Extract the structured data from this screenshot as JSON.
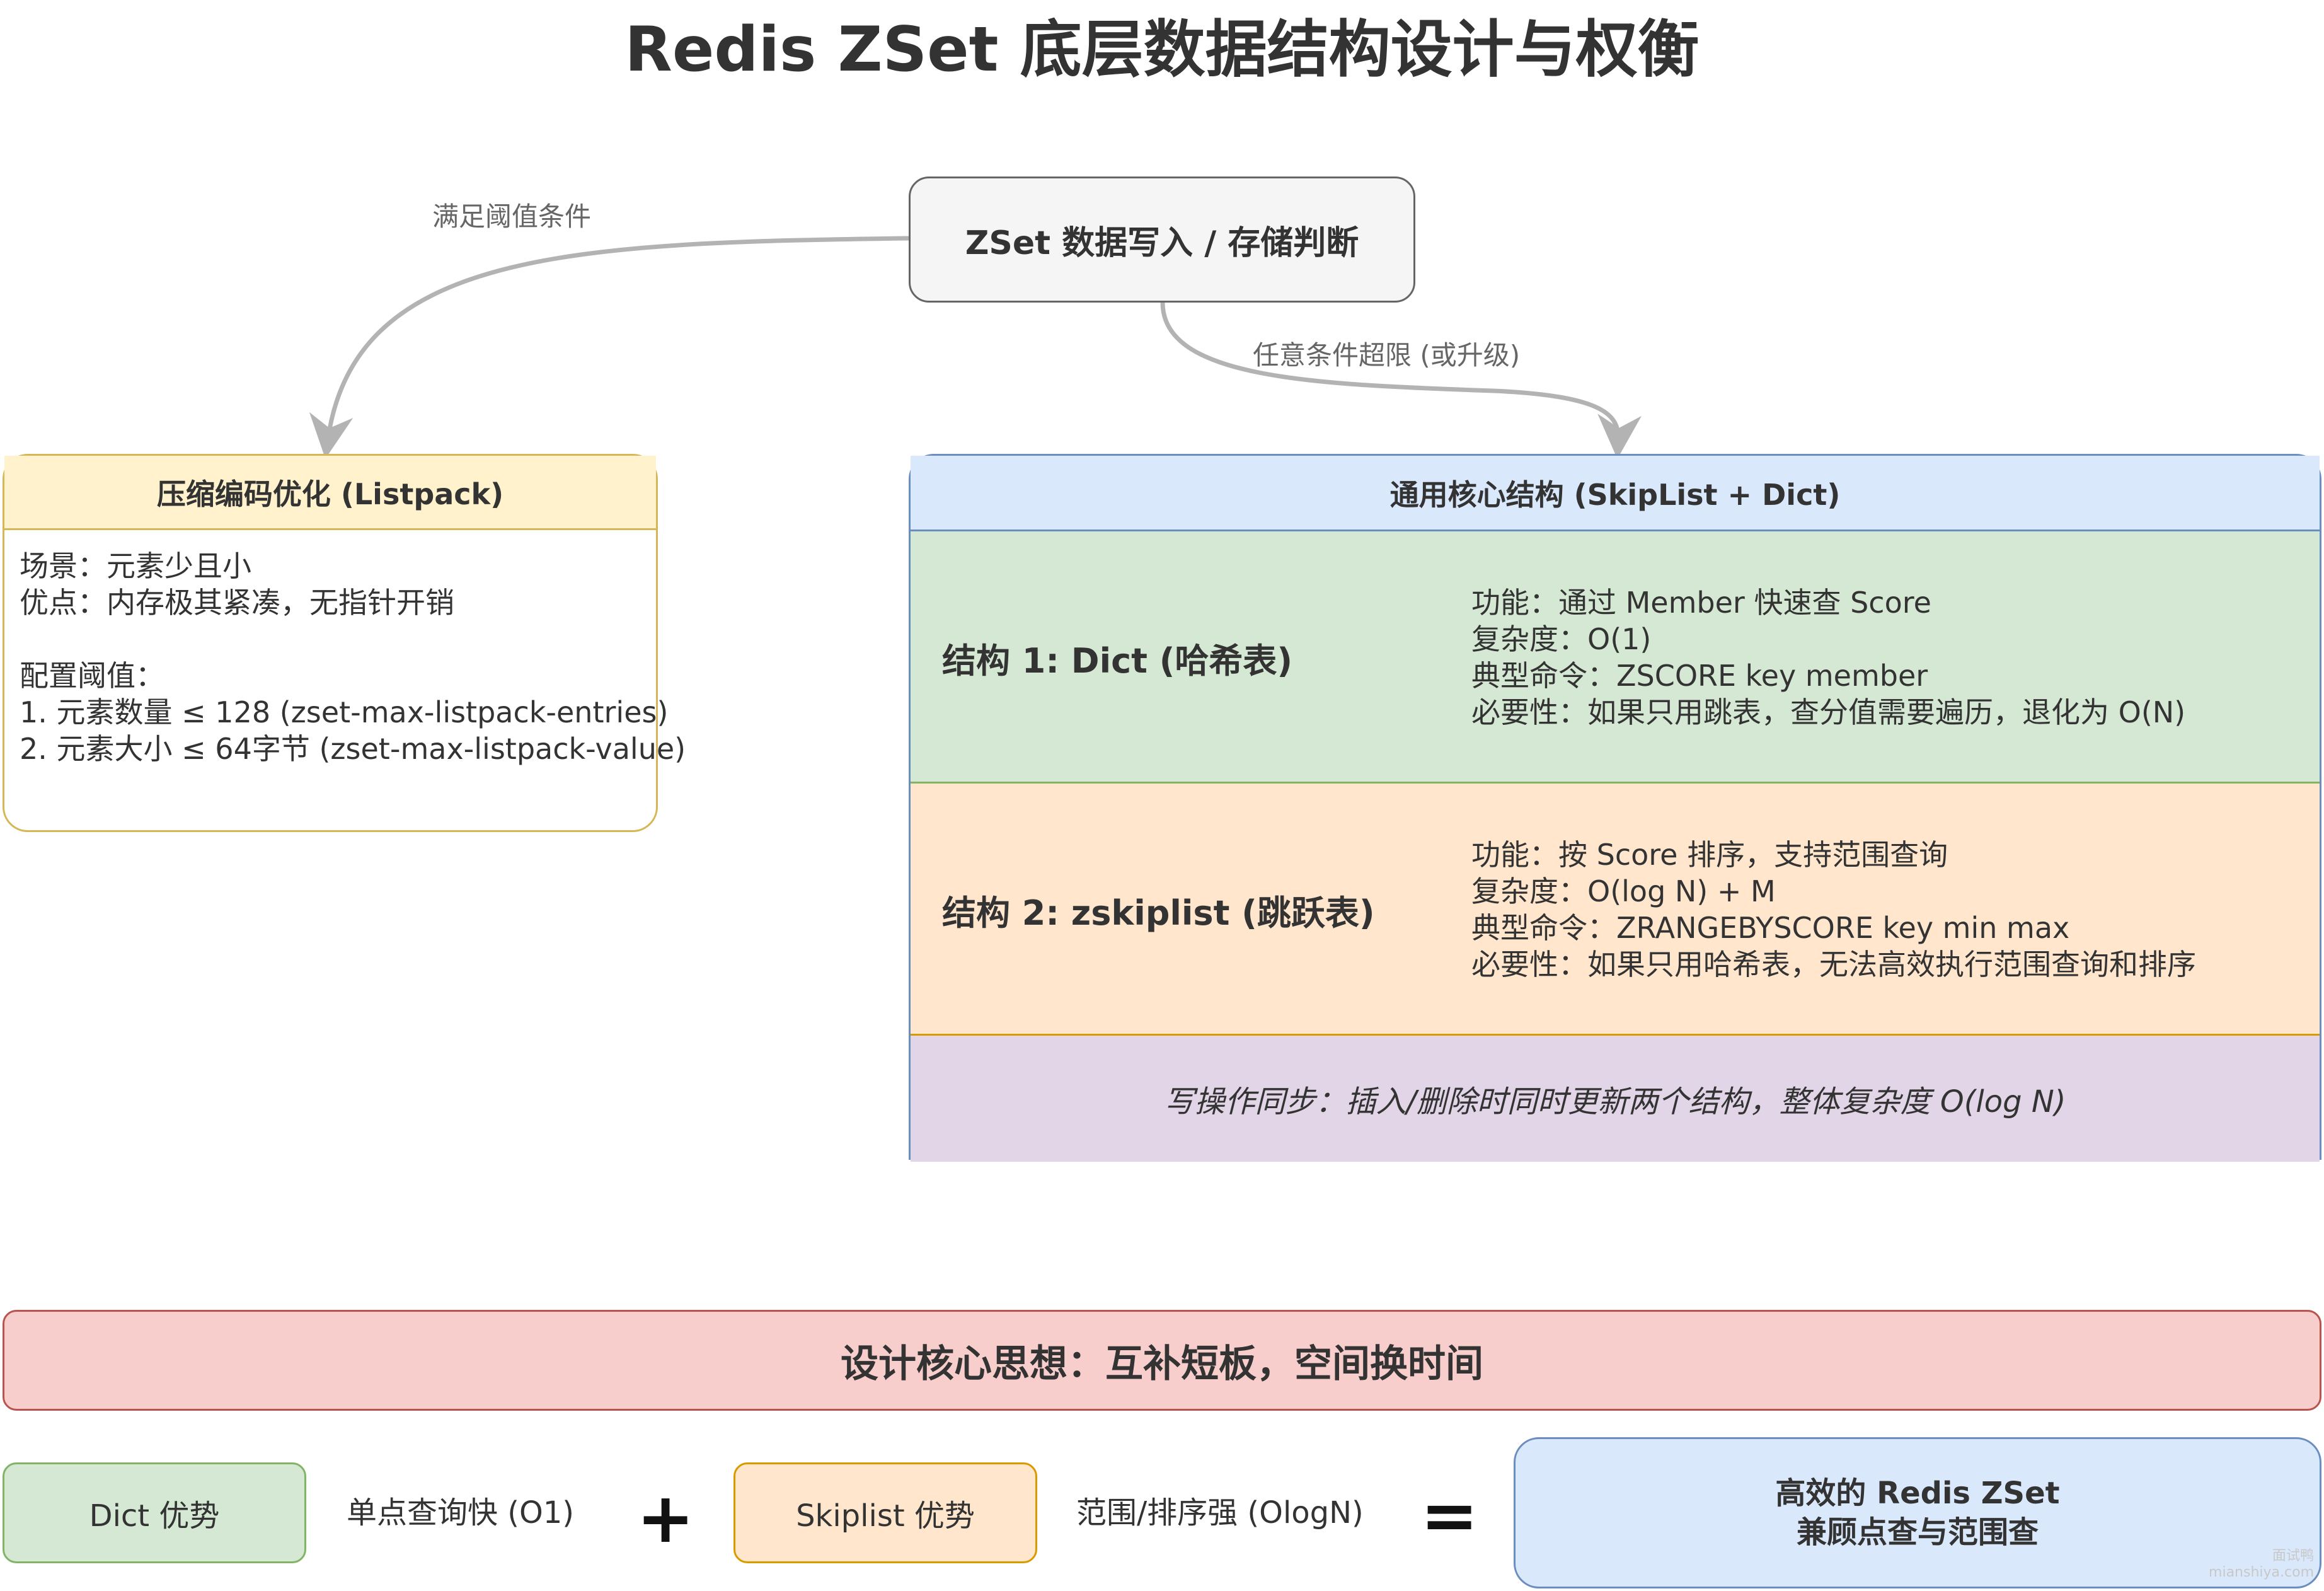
{
  "title": "Redis ZSet 底层数据结构设计与权衡",
  "start_node": "ZSet 数据写入 / 存储判断",
  "edges": {
    "left_label": "满足阈值条件",
    "right_label": "任意条件超限 (或升级)"
  },
  "listpack": {
    "header": "压缩编码优化 (Listpack)",
    "lines": [
      "场景：元素少且小",
      "优点：内存极其紧凑，无指针开销",
      "",
      "配置阈值：",
      "1. 元素数量 ≤ 128 (zset-max-listpack-entries)",
      "2. 元素大小 ≤ 64字节 (zset-max-listpack-value)"
    ]
  },
  "core": {
    "header": "通用核心结构 (SkipList + Dict)",
    "dict": {
      "title": "结构 1: Dict (哈希表)",
      "lines": [
        "功能：通过 Member 快速查 Score",
        "复杂度：O(1)",
        "典型命令：ZSCORE key member",
        "必要性：如果只用跳表，查分值需要遍历，退化为 O(N)"
      ]
    },
    "skiplist": {
      "title": "结构 2: zskiplist (跳跃表)",
      "lines": [
        "功能：按 Score 排序，支持范围查询",
        "复杂度：O(log N) + M",
        "典型命令：ZRANGEBYSCORE key min max",
        "必要性：如果只用哈希表，无法高效执行范围查询和排序"
      ]
    },
    "sync": "写操作同步：插入/删除时同时更新两个结构，整体复杂度 O(log N)"
  },
  "core_idea": "设计核心思想：互补短板，空间换时间",
  "equation": {
    "dict_box": "Dict 优势",
    "dict_text": "单点查询快 (O1)",
    "plus": "+",
    "skip_box": "Skiplist 优势",
    "skip_text": "范围/排序强 (OlogN)",
    "equals": "=",
    "result_line1": "高效的 Redis ZSet",
    "result_line2": "兼顾点查与范围查"
  },
  "watermark": {
    "line1": "面试鸭",
    "line2": "mianshiya.com"
  },
  "colors": {
    "arrow": "#b3b3b3",
    "start_fill": "#f5f5f5",
    "listpack_fill": "#fff2cc",
    "core_header_fill": "#dae8fc",
    "dict_fill": "#d5e8d4",
    "skiplist_fill": "#ffe6cc",
    "sync_fill": "#e1d5e7",
    "core_idea_fill": "#f8cecc"
  }
}
